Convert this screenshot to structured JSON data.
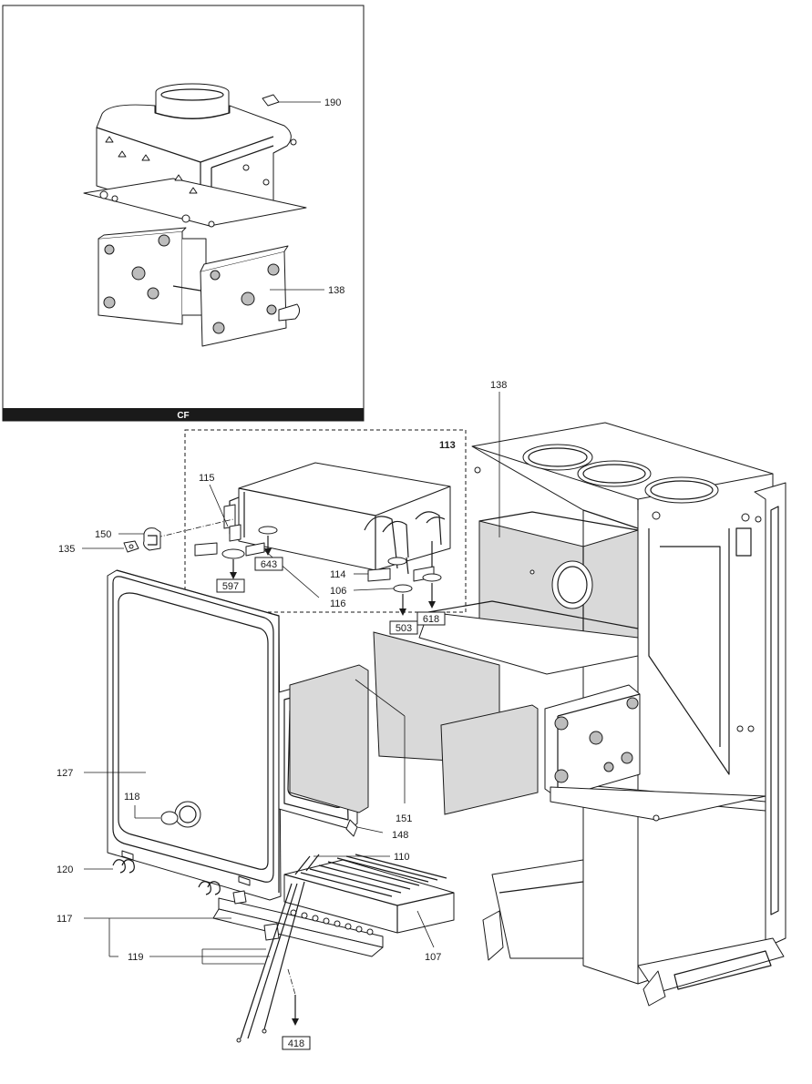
{
  "inset": {
    "band_label": "CF",
    "callouts": [
      "190",
      "138"
    ]
  },
  "assembly_label": "113",
  "callouts": {
    "c138": "138",
    "c115": "115",
    "c150": "150",
    "c135": "135",
    "c114": "114",
    "c106": "106",
    "c116": "116",
    "c127": "127",
    "c118": "118",
    "c151": "151",
    "c148": "148",
    "c110": "110",
    "c120": "120",
    "c117": "117",
    "c119": "119",
    "c107": "107"
  },
  "references": {
    "r597": "597",
    "r643": "643",
    "r503": "503",
    "r618": "618",
    "r418": "418"
  }
}
